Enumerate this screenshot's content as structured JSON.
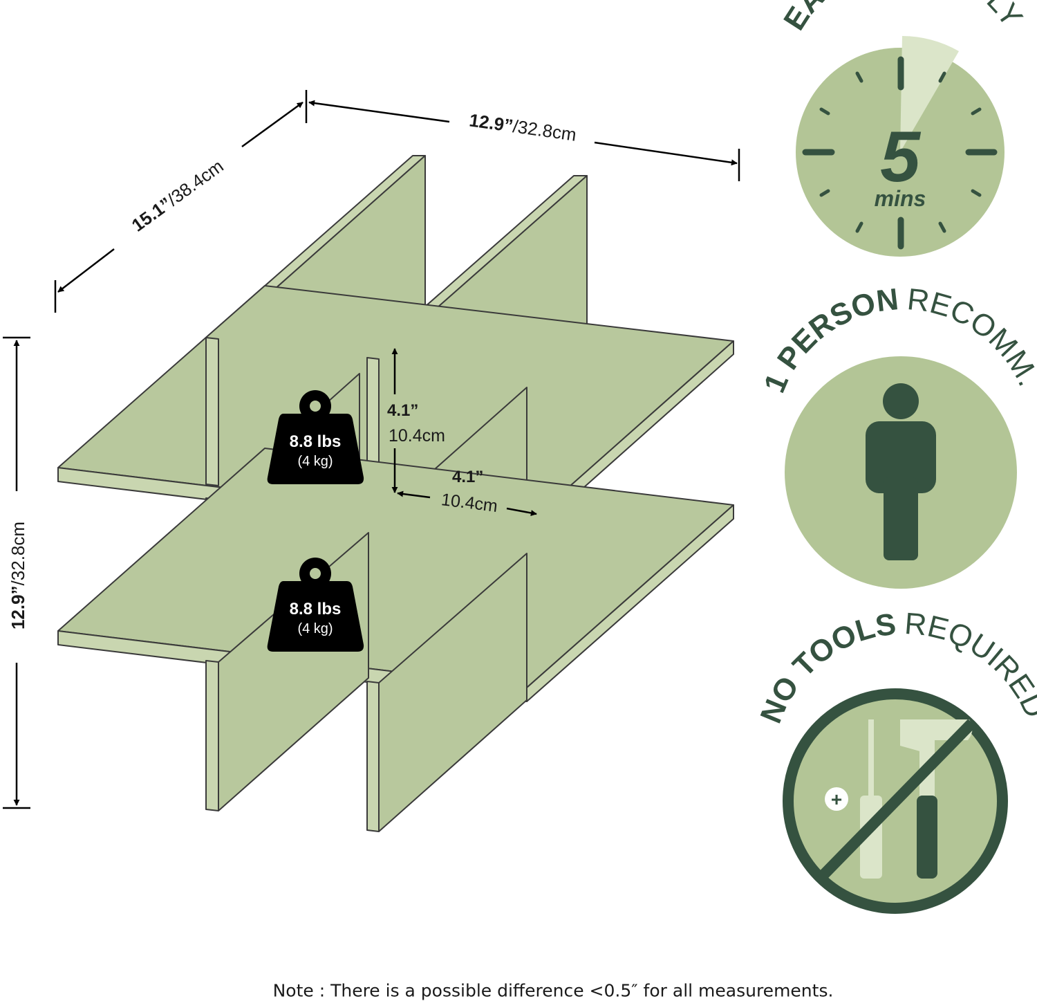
{
  "colors": {
    "panel": "#b8c89d",
    "panel_edge": "#c9d6b0",
    "outline": "#3a3a3a",
    "dark_green": "#355240",
    "light_green": "#b3c596",
    "pale_green": "#dbe5c9",
    "weight": "#000000"
  },
  "dimensions": {
    "width": {
      "imperial": "12.9”",
      "metric": "/32.8cm"
    },
    "depth": {
      "imperial": "15.1”",
      "metric": "/38.4cm"
    },
    "height": {
      "imperial": "12.9”",
      "metric": "/32.8cm"
    },
    "cubby_height": {
      "imperial": "4.1”",
      "metric": "10.4cm"
    },
    "cubby_width": {
      "imperial": "4.1”",
      "metric": "10.4cm"
    }
  },
  "weights": [
    {
      "lbs": "8.8 lbs",
      "kg": "(4 kg)"
    },
    {
      "lbs": "8.8 lbs",
      "kg": "(4 kg)"
    }
  ],
  "badges": {
    "assembly": {
      "title_bold": "EASY",
      "title_light": "ASSEMBLY",
      "number": "5",
      "unit": "mins",
      "icon": "clock-icon"
    },
    "person": {
      "title_bold": "1 PERSON",
      "title_light": "RECOMM.",
      "icon": "person-icon"
    },
    "tools": {
      "title_bold": "NO TOOLS",
      "title_light": "REQUIRED",
      "icon": "no-tools-icon"
    }
  },
  "note": "Note : There is a possible difference <0.5″ for all measurements."
}
